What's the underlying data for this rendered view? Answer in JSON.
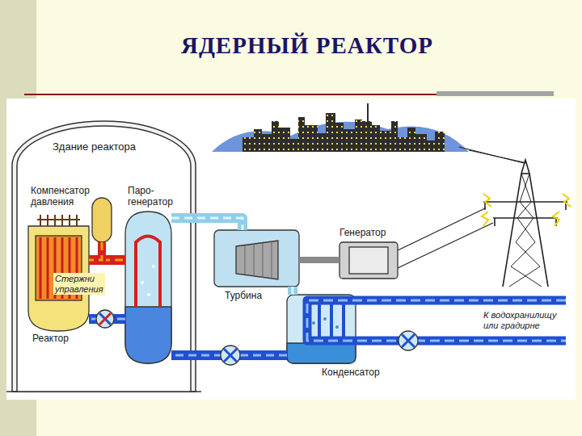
{
  "diagram": {
    "title": "ЯДЕРНЫЙ РЕАКТОР",
    "nodes": [
      {
        "text": [
          "Здание реактора"
        ]
      },
      {
        "text": [
          "Компенсатор давления"
        ],
        "in": 0
      },
      {
        "text": [
          "Паро- генератор"
        ],
        "in": 0
      },
      {
        "text": [
          "Стержни управления",
          "Реактор"
        ],
        "in": 0
      },
      {
        "text": [
          "Турбина"
        ]
      },
      {
        "text": [
          "Генератор"
        ]
      },
      {
        "text": [
          "Конденсатор"
        ]
      }
    ],
    "edges": [
      {
        "from": 3,
        "to": 2,
        "arrow": "none"
      },
      {
        "from": 2,
        "to": 3,
        "arrow": "none"
      },
      {
        "from": 1,
        "to": 3,
        "arrow": "none"
      },
      {
        "from": 2,
        "to": 4,
        "arrow": "none"
      },
      {
        "from": 4,
        "to": 5,
        "arrow": "none"
      },
      {
        "from": 4,
        "to": 6,
        "arrow": "none"
      },
      {
        "from": 6,
        "to": 2,
        "arrow": "none"
      }
    ],
    "labels": [
      "К водохранилищу или градирне"
    ]
  }
}
